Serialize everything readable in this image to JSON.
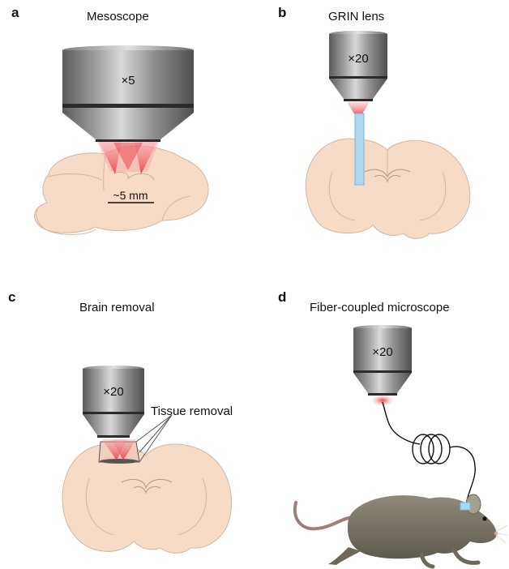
{
  "panels": [
    {
      "letter": "a",
      "title": "Mesoscope",
      "magnification": "×5",
      "scale_label": "~5 mm"
    },
    {
      "letter": "b",
      "title": "GRIN lens",
      "magnification": "×20"
    },
    {
      "letter": "c",
      "title": "Brain removal",
      "magnification": "×20",
      "annotation": "Tissue removal"
    },
    {
      "letter": "d",
      "title": "Fiber-coupled microscope",
      "magnification": "×20"
    }
  ],
  "colors": {
    "objective_light": "#c8c8c8",
    "objective_dark": "#5a5a5a",
    "brain": "#f6dcc7",
    "brain_outline": "#d2b7a3",
    "laser": "#e8474d",
    "grin": "#aed6ee",
    "mouse": "#7f7a6c"
  }
}
